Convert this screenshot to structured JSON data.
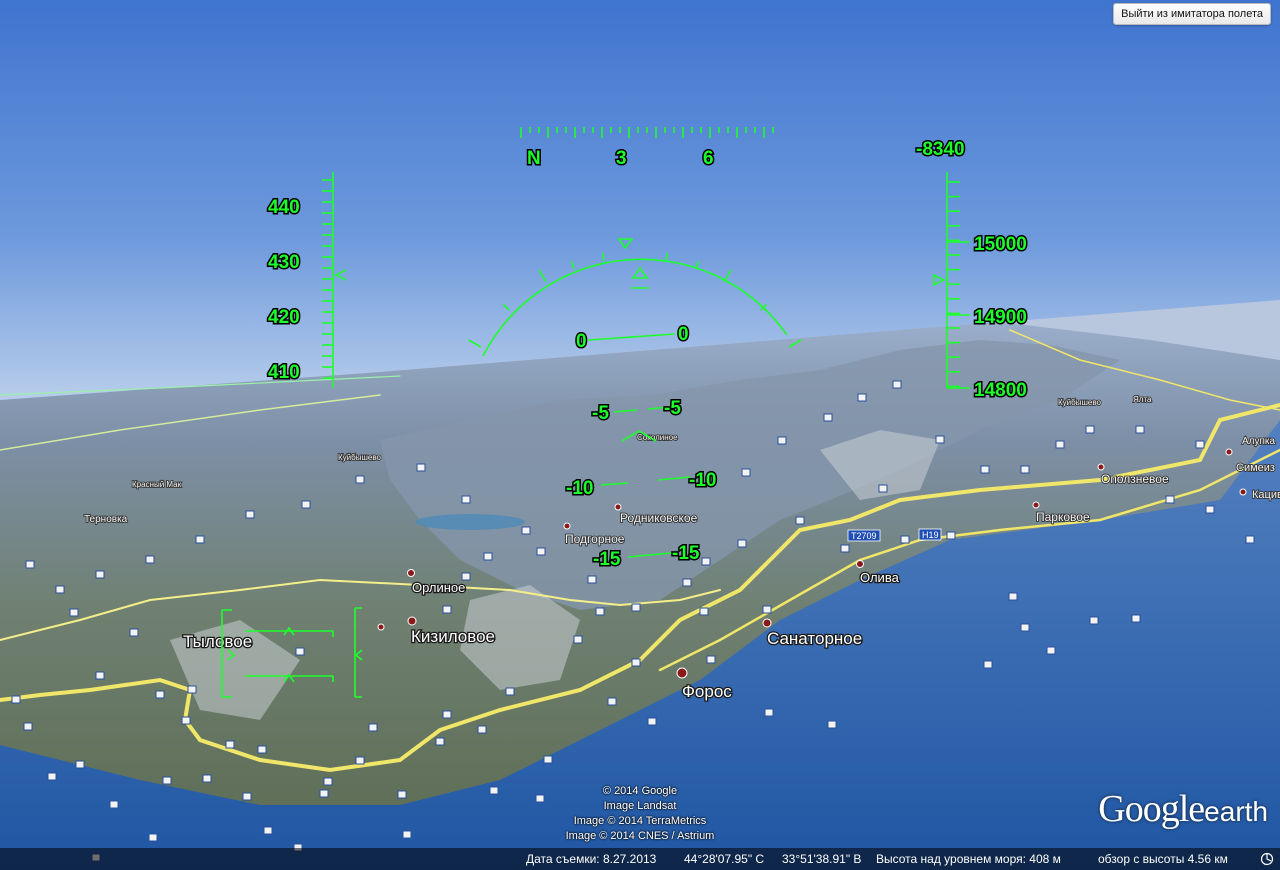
{
  "exit_button": "Выйти из имитатора полета",
  "hud": {
    "heading_labels": [
      "N",
      "3",
      "6"
    ],
    "vertical_speed": "-8340",
    "airspeed_ticks": [
      "440",
      "430",
      "420",
      "410"
    ],
    "altitude_ticks": [
      "15000",
      "14900",
      "14800"
    ],
    "pitch_ladder": [
      {
        "left": "0",
        "right": "0"
      },
      {
        "left": "-5",
        "right": "-5"
      },
      {
        "left": "-10",
        "right": "-10"
      },
      {
        "left": "-15",
        "right": "-15"
      }
    ],
    "color": "#1cff2a"
  },
  "places": {
    "orlinoe": "Орлиное",
    "kizilovoe": "Кизиловое",
    "tylovoe": "Тыловое",
    "sanatornoe": "Санаторное",
    "foros": "Форос",
    "oliva": "Олива",
    "rodnikovskoe": "Родниковское",
    "podgornoe": "Подгорное",
    "parkovoe": "Парковое",
    "opolznevoe": "Оползневое",
    "alupka": "Алупка",
    "simeiz": "Симеиз",
    "katsiveli": "Кацив",
    "ternovka": "Терновка",
    "krasny_mak": "Красный Мак",
    "kuibyshevo": "Куйбышево",
    "sokolinoe": "Соколиное",
    "yalta_area": "Ялта",
    "kuibysheva_top": "Куйбышево"
  },
  "roads": {
    "t2709": "T2709",
    "h19": "H19"
  },
  "credits": [
    "© 2014 Google",
    "Image Landsat",
    "Image © 2014 TerraMetrics",
    "Image © 2014 CNES / Astrium"
  ],
  "logo": {
    "google": "Google",
    "earth": "earth"
  },
  "status_bar": {
    "date": "Дата съемки: 8.27.2013",
    "lat": "44°28'07.95\" С",
    "lon": "33°51'38.91\" В",
    "elevation": "Высота над уровнем моря:   408 м",
    "eye_alt": "обзор с высоты   4.56 км"
  }
}
